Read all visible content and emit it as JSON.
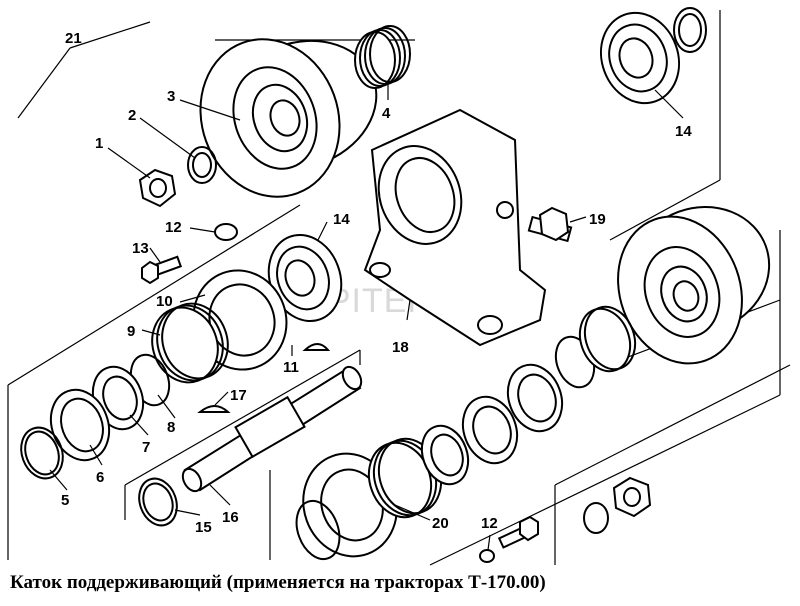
{
  "caption": "Каток поддерживающий (применяется на тракторах Т-170.00)",
  "watermark": "AUTOPITER.RU",
  "callouts": {
    "c21": "21",
    "c3": "3",
    "c4": "4",
    "c2": "2",
    "c1": "1",
    "c14a": "14",
    "c14b": "14",
    "c12a": "12",
    "c13": "13",
    "c19": "19",
    "c10": "10",
    "c9": "9",
    "c18": "18",
    "c11": "11",
    "c17": "17",
    "c8": "8",
    "c7": "7",
    "c6": "6",
    "c5": "5",
    "c16": "16",
    "c15": "15",
    "c20": "20",
    "c12b": "12"
  }
}
